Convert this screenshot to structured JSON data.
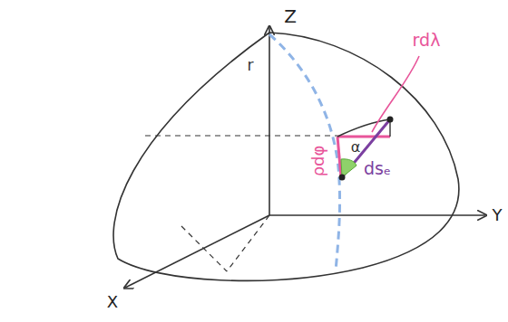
{
  "diagram": {
    "labels": [
      "Z",
      "rdλ",
      "r",
      "ρdφ",
      "α",
      "dsₑ",
      "Y",
      "X"
    ]
  }
}
